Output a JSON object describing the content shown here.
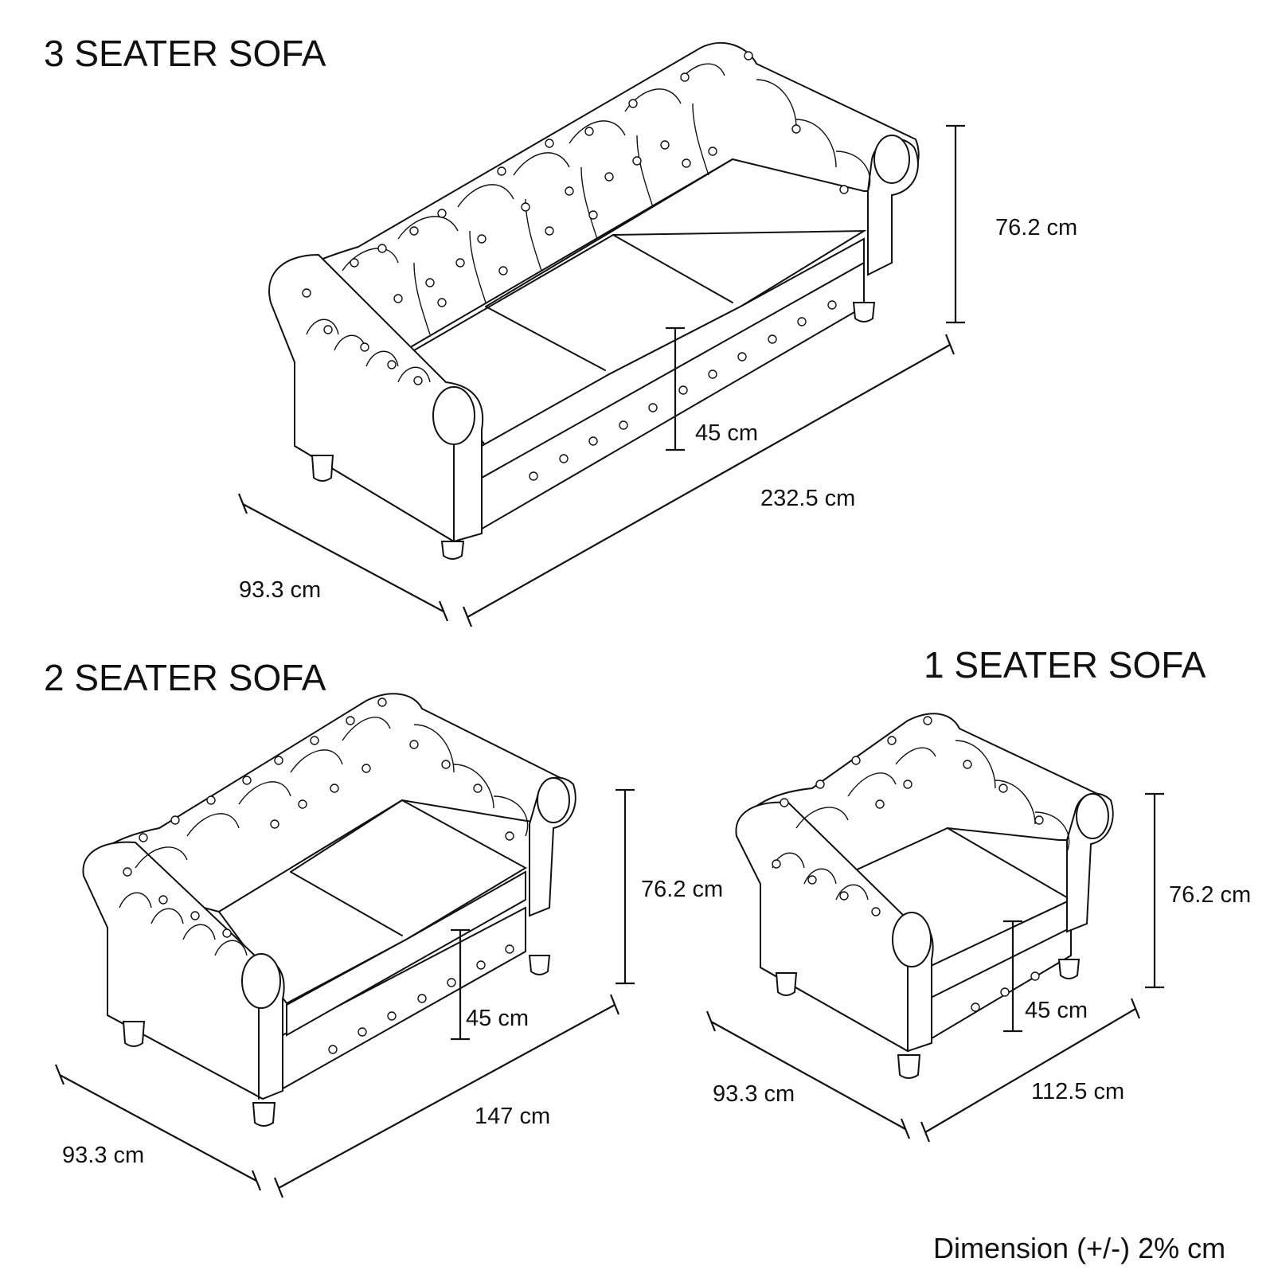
{
  "diagram": {
    "sofa3": {
      "title": "3 SEATER SOFA",
      "height": "76.2 cm",
      "seat_height": "45 cm",
      "width": "232.5 cm",
      "depth": "93.3 cm"
    },
    "sofa2": {
      "title": "2 SEATER SOFA",
      "height": "76.2 cm",
      "seat_height": "45 cm",
      "width": "147 cm",
      "depth": "93.3 cm"
    },
    "sofa1": {
      "title": "1 SEATER SOFA",
      "height": "76.2 cm",
      "seat_height": "45 cm",
      "width": "112.5 cm",
      "depth": "93.3 cm"
    },
    "footer": "Dimension (+/-) 2% cm"
  }
}
